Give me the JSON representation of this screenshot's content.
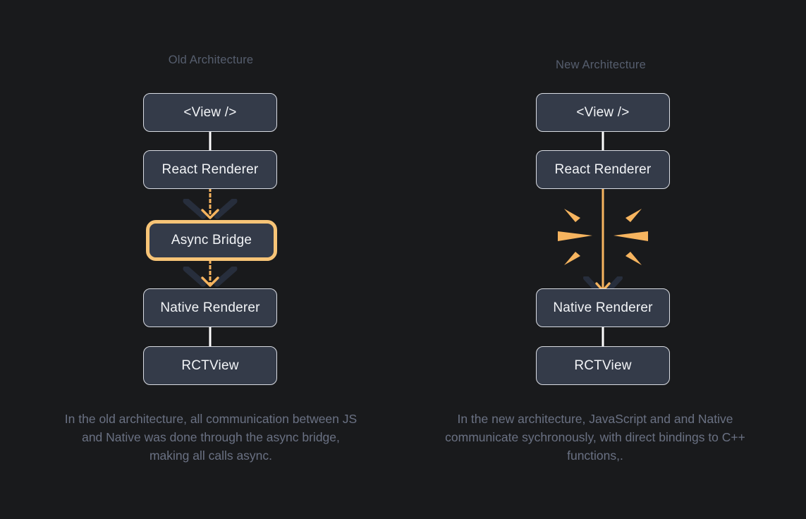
{
  "theme": {
    "background": "#191A1C",
    "node_fill": "#343B49",
    "node_border": "#D9DCE3",
    "node_text": "#F2F4F7",
    "accent_orange": "#F6B45F",
    "highlight_border": "#F7C477",
    "heading_text": "#565E6E",
    "caption_text": "#6A7183",
    "connector_white": "#FFFFFF",
    "wing_dark": "#272E3C"
  },
  "diagram": {
    "type": "flow-comparison",
    "columns": [
      {
        "id": "old",
        "title": "Old Architecture",
        "nodes": [
          {
            "id": "view",
            "label": "<View />",
            "highlighted": false
          },
          {
            "id": "react-renderer",
            "label": "React Renderer",
            "highlighted": false
          },
          {
            "id": "async-bridge",
            "label": "Async Bridge",
            "highlighted": true
          },
          {
            "id": "native-renderer",
            "label": "Native Renderer",
            "highlighted": false
          },
          {
            "id": "rctview",
            "label": "RCTView",
            "highlighted": false
          }
        ],
        "edges": [
          {
            "from": "view",
            "to": "react-renderer",
            "style": "solid-white",
            "arrow": false
          },
          {
            "from": "react-renderer",
            "to": "async-bridge",
            "style": "dashed-orange",
            "arrow": true
          },
          {
            "from": "async-bridge",
            "to": "native-renderer",
            "style": "dashed-orange",
            "arrow": true
          },
          {
            "from": "native-renderer",
            "to": "rctview",
            "style": "solid-white",
            "arrow": false
          }
        ],
        "caption": "In the old architecture, all communication between JS and Native was done through the async bridge, making all calls async."
      },
      {
        "id": "new",
        "title": "New Architecture",
        "nodes": [
          {
            "id": "view",
            "label": "<View />",
            "highlighted": false
          },
          {
            "id": "react-renderer",
            "label": "React Renderer",
            "highlighted": false
          },
          {
            "id": "native-renderer",
            "label": "Native Renderer",
            "highlighted": false
          },
          {
            "id": "rctview",
            "label": "RCTView",
            "highlighted": false
          }
        ],
        "edges": [
          {
            "from": "view",
            "to": "react-renderer",
            "style": "solid-white",
            "arrow": false
          },
          {
            "from": "react-renderer",
            "to": "native-renderer",
            "style": "solid-orange",
            "arrow": true
          },
          {
            "from": "native-renderer",
            "to": "rctview",
            "style": "solid-white",
            "arrow": false
          }
        ],
        "burst": {
          "rays": 6,
          "color": "#F6B45F",
          "meaning": "bridge-removed"
        },
        "caption": "In the new architecture, JavaScript and and Native communicate sychronously, with direct bindings to C++ functions,."
      }
    ]
  }
}
